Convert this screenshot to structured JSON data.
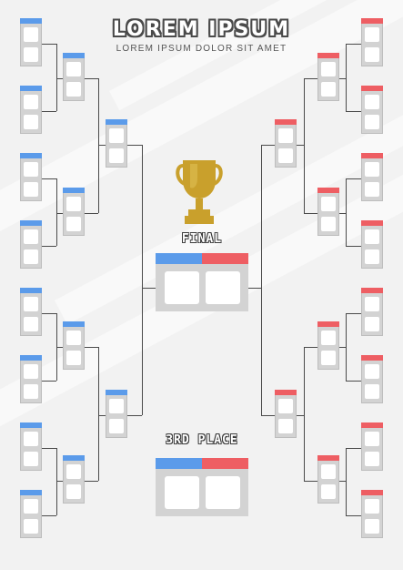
{
  "header": {
    "title": "LOREM IPSUM",
    "subtitle": "LOREM IPSUM DOLOR SIT AMET"
  },
  "labels": {
    "final": "FINAL",
    "third_place": "3RD PLACE"
  },
  "colors": {
    "left_team": "#5b9bea",
    "right_team": "#ee5e63",
    "slot_body": "#d3d3d3",
    "line": "#4a4a4a",
    "trophy": "#c9a02c"
  },
  "icons": {
    "trophy": "trophy-icon"
  }
}
